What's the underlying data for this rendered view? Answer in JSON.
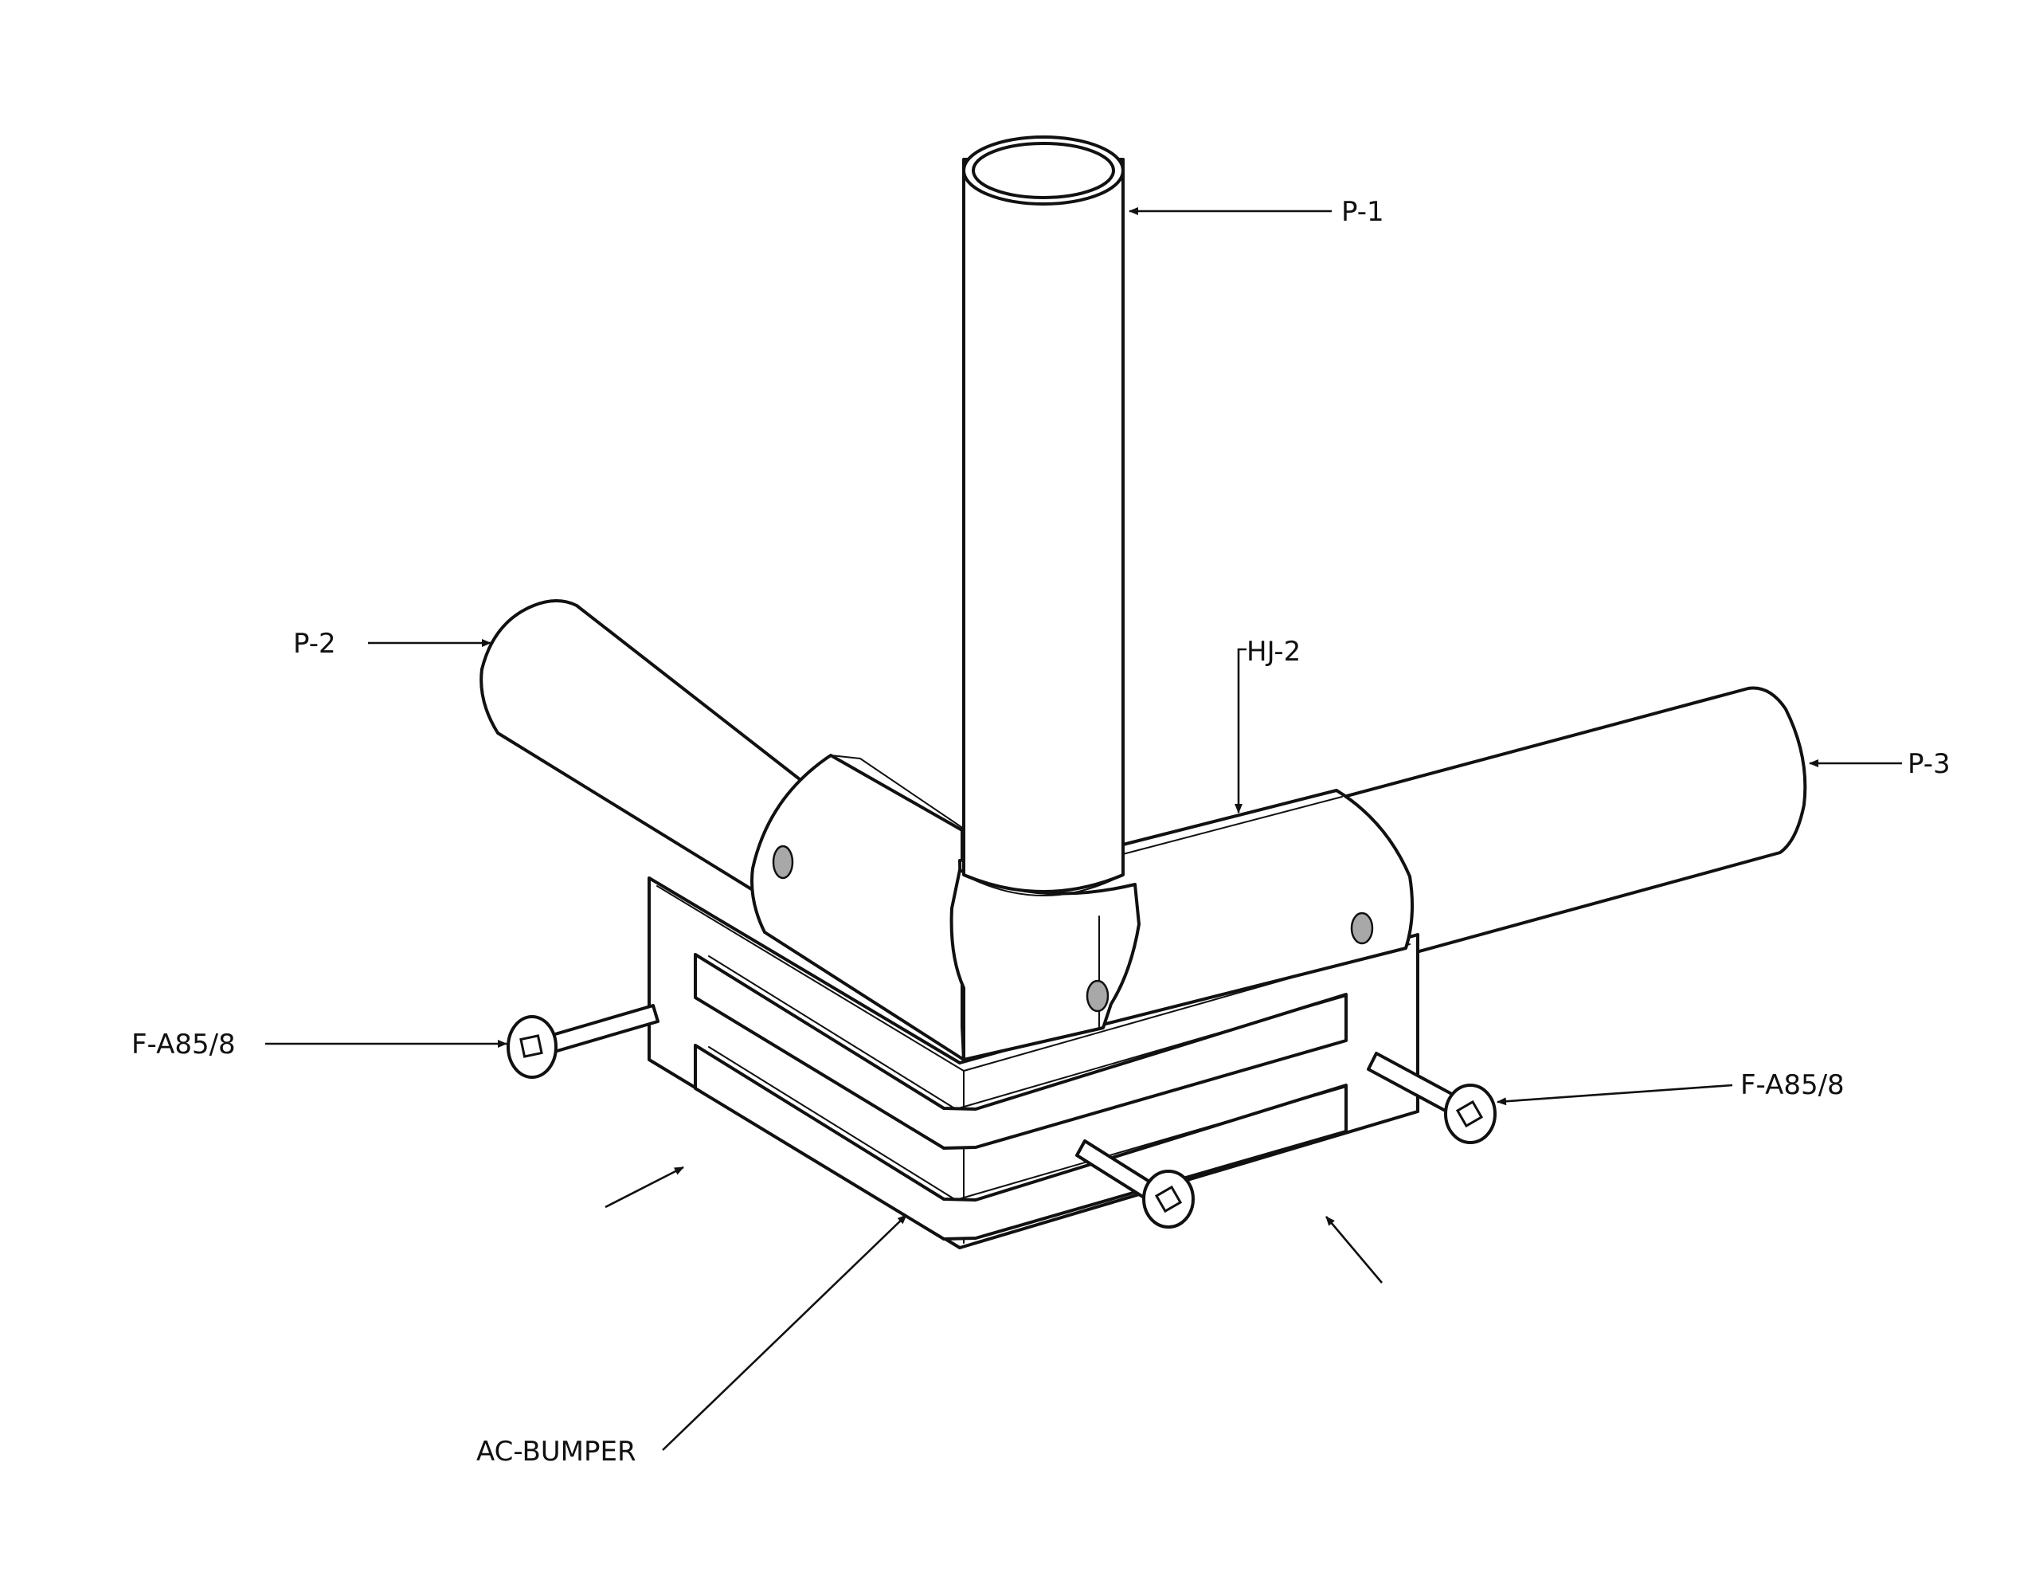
{
  "labels": {
    "p1": "P-1",
    "p2": "P-2",
    "p3": "P-3",
    "hj2": "HJ-2",
    "fastener_left": "F-A85/8",
    "fastener_right": "F-A85/8",
    "bumper": "AC-BUMPER"
  },
  "colors": {
    "line": "#111111",
    "rivet": "#a8a8a8",
    "background": "#ffffff"
  }
}
